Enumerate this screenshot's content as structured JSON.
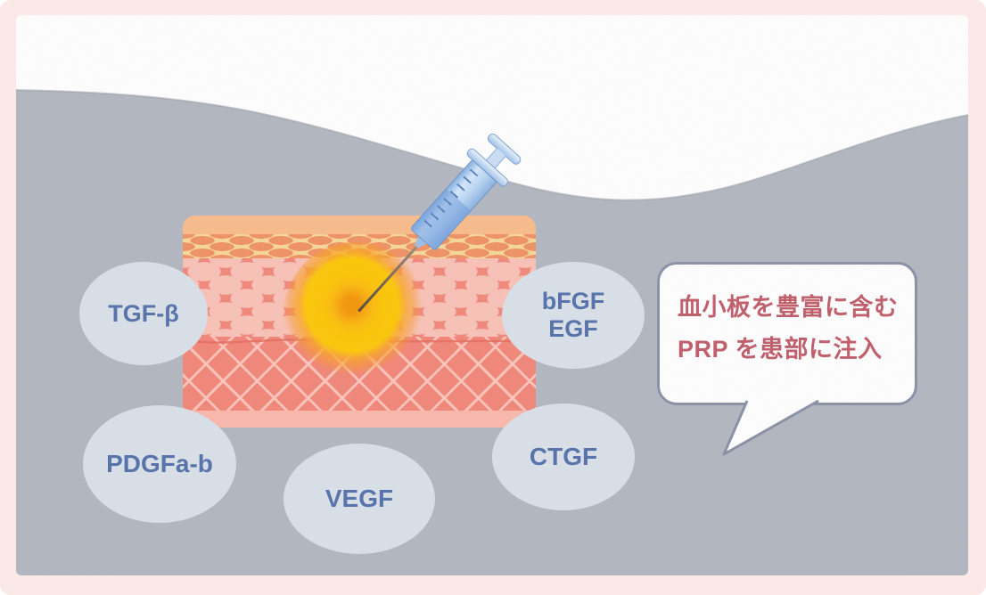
{
  "growth_factor_labels": {
    "tgf_beta": "TGF-β",
    "bfgf": "bFGF",
    "egf": "EGF",
    "pdgf": "PDGFa-b",
    "vegf": "VEGF",
    "ctgf": "CTGF"
  },
  "speech_bubble": {
    "line1": "血小板を豊富に含む",
    "line2": "PRP を患部に注入"
  },
  "colors": {
    "frame_pink": "#fbe9e7",
    "sky_white": "#ffffff",
    "ground_gray": "#b4b8c1",
    "label_ellipse_fill": "#dbe1e9",
    "label_text_blue": "#5874ab",
    "bubble_text_red": "#c2606c",
    "bubble_border_gray": "#8d93a7",
    "skin_epidermis_peach": "#f9bd8c",
    "skin_granular_yellow": "#f7d89c",
    "skin_oval_cell_orange": "#f09466",
    "skin_dermis_salmon": "#f28a7d",
    "skin_cell_pink": "#f9c3b8",
    "skin_base_pink": "#fbb9ad",
    "injection_glow_yellow": "#fdc60a",
    "injection_center_orange": "#f5980e",
    "syringe_body_blue": "#b7d4f2"
  }
}
